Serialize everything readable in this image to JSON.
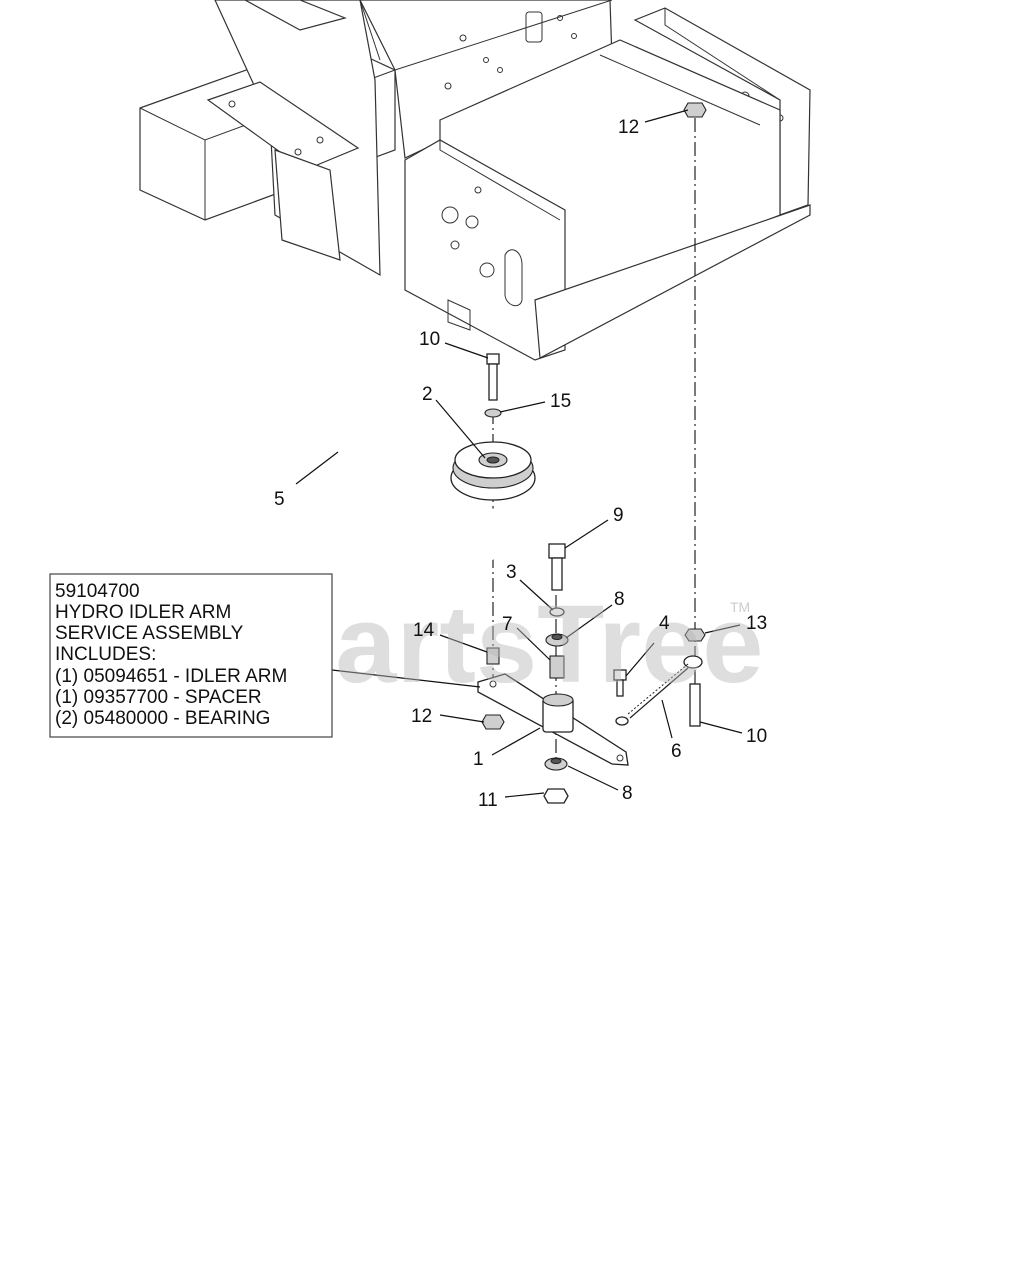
{
  "watermark": {
    "text": "PartsTree",
    "tm": "TM"
  },
  "assembly_box": {
    "lines": [
      "59104700",
      "HYDRO IDLER ARM",
      "SERVICE ASSEMBLY",
      "INCLUDES:",
      "(1) 05094651   - IDLER ARM",
      "(1) 09357700 - SPACER",
      "(2) 05480000 - BEARING"
    ]
  },
  "callouts": [
    {
      "id": "c12a",
      "label": "12"
    },
    {
      "id": "c10a",
      "label": "10"
    },
    {
      "id": "c2",
      "label": "2"
    },
    {
      "id": "c15",
      "label": "15"
    },
    {
      "id": "c5",
      "label": "5"
    },
    {
      "id": "c9",
      "label": "9"
    },
    {
      "id": "c3",
      "label": "3"
    },
    {
      "id": "c8a",
      "label": "8"
    },
    {
      "id": "c14",
      "label": "14"
    },
    {
      "id": "c7",
      "label": "7"
    },
    {
      "id": "c4",
      "label": "4"
    },
    {
      "id": "c13",
      "label": "13"
    },
    {
      "id": "c12b",
      "label": "12"
    },
    {
      "id": "c1",
      "label": "1"
    },
    {
      "id": "c6",
      "label": "6"
    },
    {
      "id": "c10b",
      "label": "10"
    },
    {
      "id": "c11",
      "label": "11"
    },
    {
      "id": "c8b",
      "label": "8"
    }
  ]
}
